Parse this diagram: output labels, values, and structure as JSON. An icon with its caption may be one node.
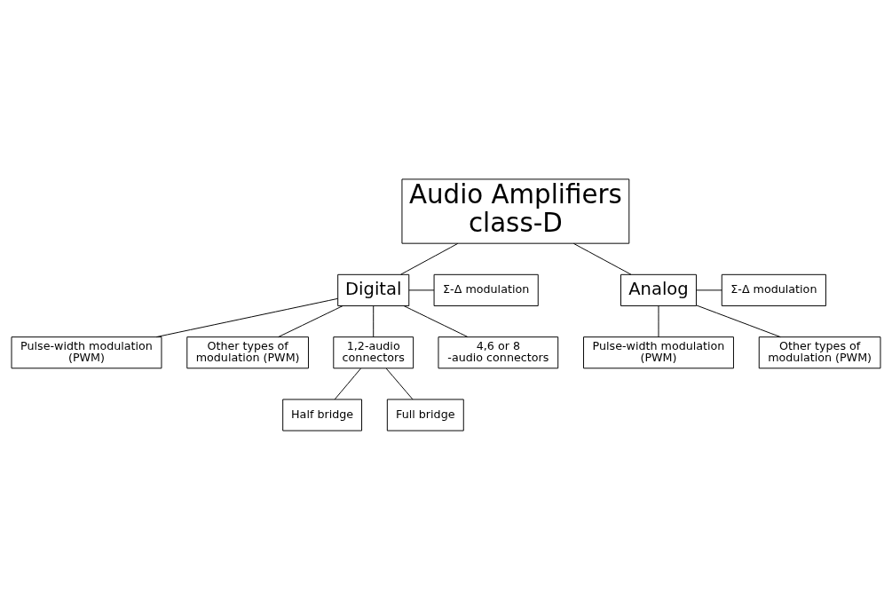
{
  "diagram": {
    "nodes": [
      {
        "text": [
          "Audio Amplifiers class-D"
        ]
      },
      {
        "text": [
          "Σ-Δ modulation"
        ]
      },
      {
        "text": [
          "Digital"
        ]
      },
      {
        "text": [
          "Analog"
        ]
      },
      {
        "text": [
          "Σ-Δ modulation"
        ]
      },
      {
        "text": [
          "Pulse-width modulation (PWM)"
        ]
      },
      {
        "text": [
          "Pulse-width modulation (PWM)"
        ]
      },
      {
        "text": [
          "Other types of modulation (PWM)"
        ]
      },
      {
        "text": [
          "1,2-audio connectors"
        ]
      },
      {
        "text": [
          "Other types of modulation (PWM)"
        ]
      },
      {
        "text": [
          "4,6 or 8 -audio connectors"
        ]
      },
      {
        "text": [
          "Half bridge"
        ]
      },
      {
        "text": [
          "Full bridge"
        ]
      }
    ],
    "edges": [
      {
        "from": 0,
        "to": 2,
        "arrow": "none"
      },
      {
        "from": 0,
        "to": 3,
        "arrow": "none"
      },
      {
        "from": 2,
        "to": 1,
        "arrow": "none"
      },
      {
        "from": 3,
        "to": 4,
        "arrow": "none"
      },
      {
        "from": 2,
        "to": 5,
        "arrow": "none"
      },
      {
        "from": 2,
        "to": 7,
        "arrow": "none"
      },
      {
        "from": 2,
        "to": 10,
        "arrow": "none"
      },
      {
        "from": 2,
        "to": 8,
        "arrow": "none"
      },
      {
        "from": 3,
        "to": 6,
        "arrow": "none"
      },
      {
        "from": 3,
        "to": 9,
        "arrow": "none"
      },
      {
        "from": 8,
        "to": 11,
        "arrow": "none"
      },
      {
        "from": 8,
        "to": 12,
        "arrow": "none"
      }
    ]
  }
}
